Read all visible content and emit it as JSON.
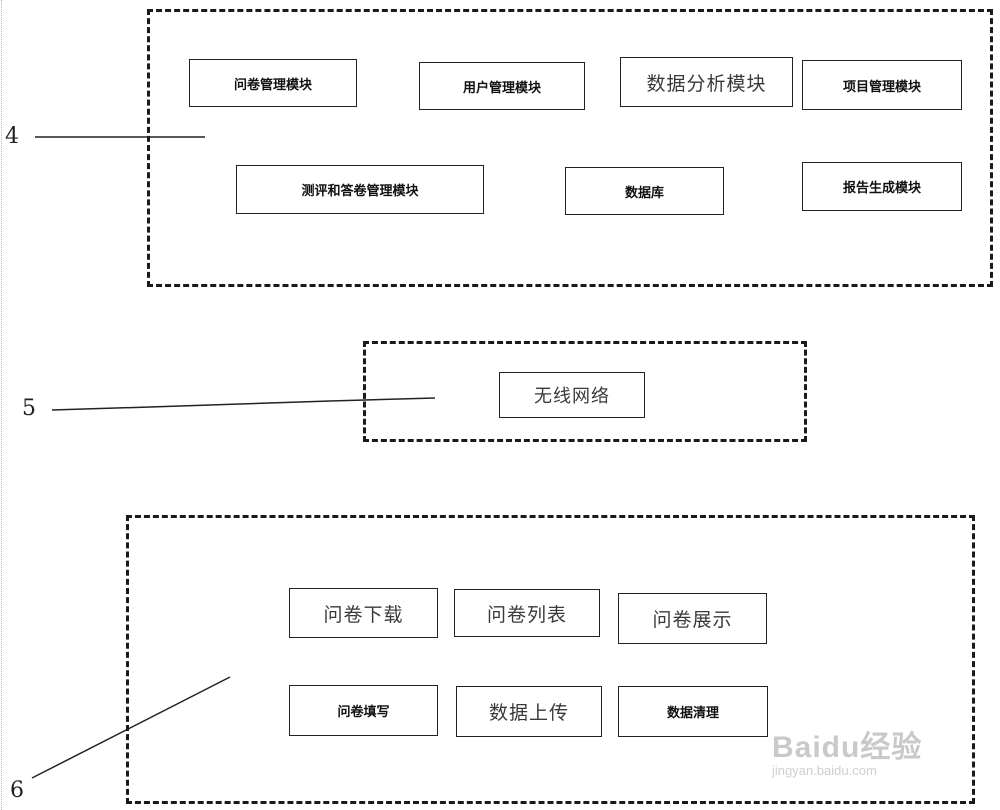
{
  "reference_labels": {
    "server": "4",
    "network": "5",
    "client": "6"
  },
  "server_group": {
    "modules": {
      "questionnaire_mgmt": "问卷管理模块",
      "user_mgmt": "用户管理模块",
      "data_analysis": "数据分析模块",
      "project_mgmt": "项目管理模块",
      "assessment_answer_mgmt": "测评和答卷管理模块",
      "database": "数据库",
      "report_generation": "报告生成模块"
    }
  },
  "network_group": {
    "wireless_network": "无线网络"
  },
  "client_group": {
    "modules": {
      "questionnaire_download": "问卷下载",
      "questionnaire_list": "问卷列表",
      "questionnaire_display": "问卷展示",
      "questionnaire_fill": "问卷填写",
      "data_upload": "数据上传",
      "data_cleanup": "数据清理"
    }
  },
  "watermark": {
    "brand": "Baidu经验",
    "url": "jingyan.baidu.com"
  }
}
